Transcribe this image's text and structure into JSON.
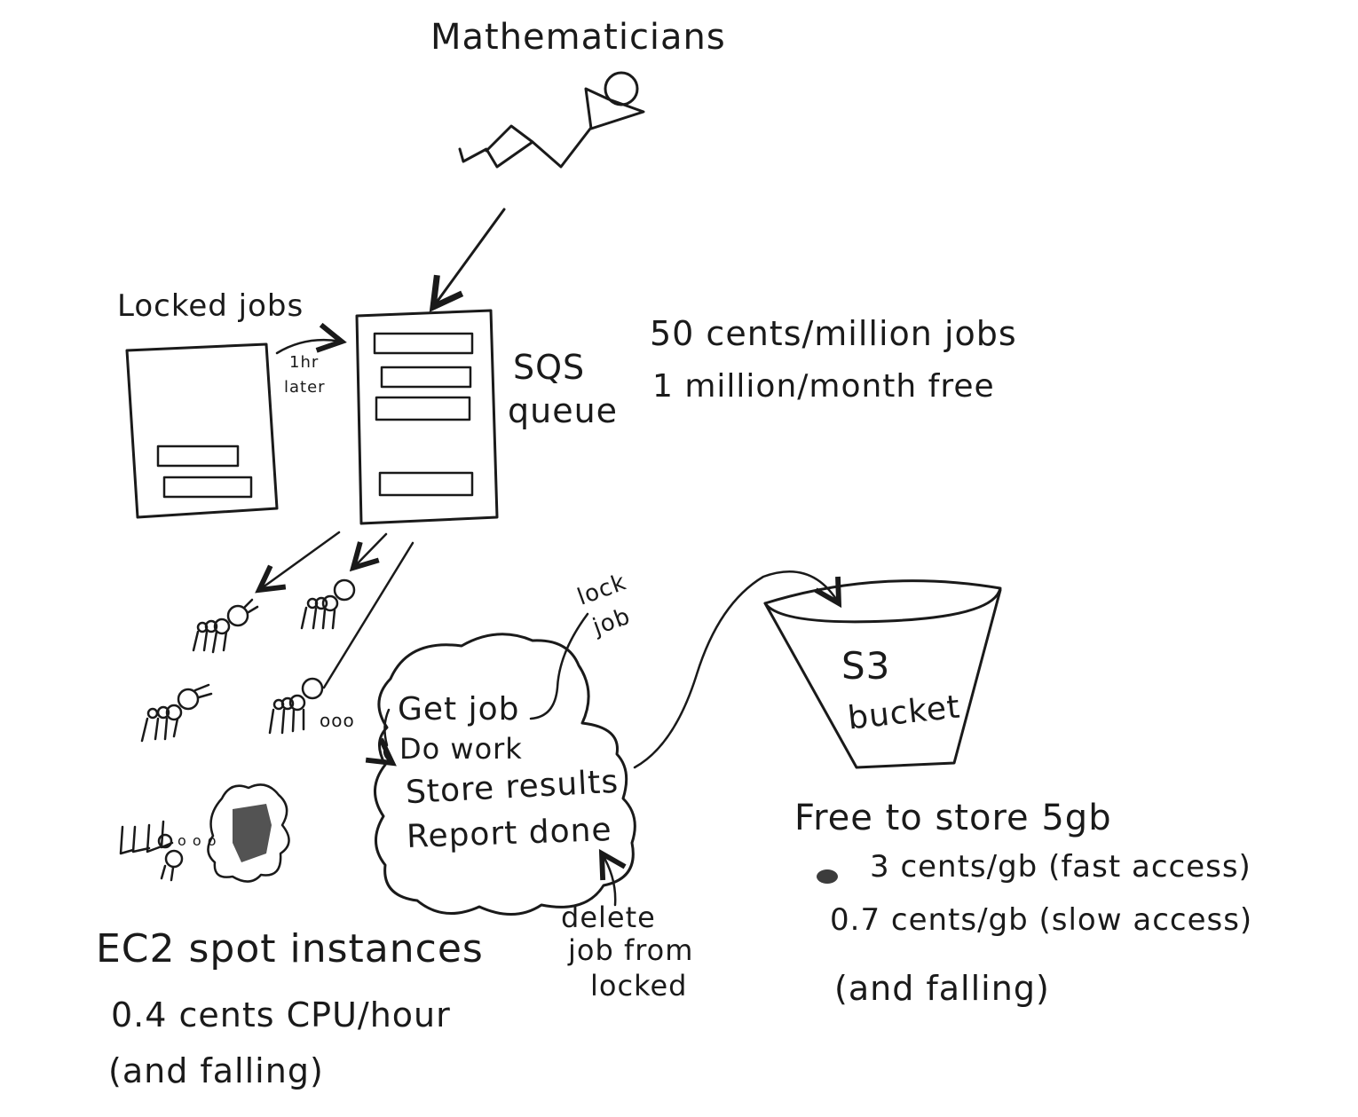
{
  "title": "Mathematicians",
  "locked_jobs": {
    "label": "Locked jobs"
  },
  "transfer_note": {
    "line1": "1hr",
    "line2": "later"
  },
  "sqs": {
    "line1": "SQS",
    "line2": "queue",
    "price_line1": "50 cents/million jobs",
    "price_line2": "1 million/month free"
  },
  "lock_note": {
    "line1": "lock",
    "line2": "job"
  },
  "workflow": {
    "steps": [
      "Get job",
      "Do work",
      "Store results",
      "Report done"
    ]
  },
  "delete_note": {
    "line1": "delete",
    "line2": "job from",
    "line3": "locked"
  },
  "s3": {
    "line1": "S3",
    "line2": "bucket",
    "free_line": "Free to store 5gb",
    "fast_line": "3 cents/gb  (fast access)",
    "slow_line": "0.7 cents/gb  (slow access)",
    "falling": "(and falling)"
  },
  "ec2": {
    "title": "EC2 spot instances",
    "price": "0.4 cents  CPU/hour",
    "falling": "(and falling)",
    "dots1": "ooo",
    "dots2": "o o o"
  }
}
